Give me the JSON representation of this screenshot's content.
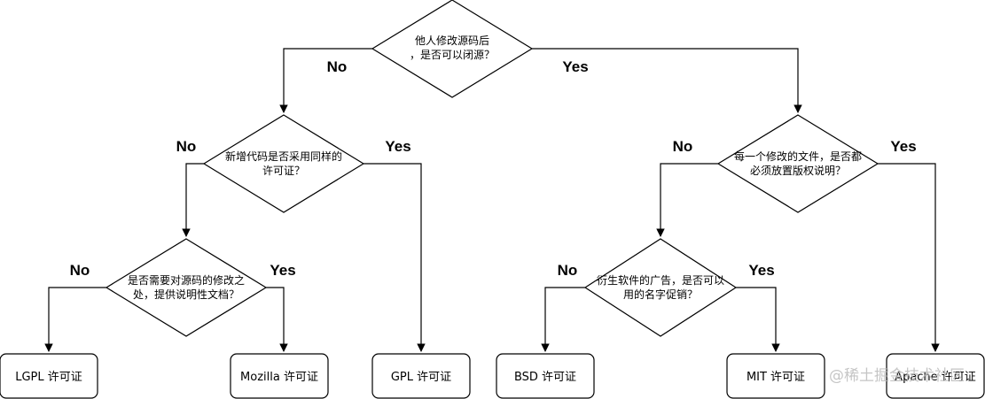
{
  "diagram": {
    "decisions": {
      "q1": [
        "他人修改源码后",
        "，是否可以闭源？"
      ],
      "q2": [
        "新增代码是否采用同样的",
        "许可证？"
      ],
      "q3": [
        "是否需要对源码的修改之",
        "处，提供说明性文档？"
      ],
      "q4": [
        "每一个修改的文件，是否都",
        "必须放置版权说明？"
      ],
      "q5": [
        "衍生软件的广告，是否可以",
        "用的名字促销？"
      ]
    },
    "licenses": {
      "lgpl": "LGPL 许可证",
      "mozilla": "Mozilla 许可证",
      "gpl": "GPL 许可证",
      "bsd": "BSD 许可证",
      "mit": "MIT 许可证",
      "apache": "Apache 许可证"
    },
    "branch_labels": {
      "no": "No",
      "yes": "Yes"
    },
    "watermark": "@稀土掘金技术社区"
  }
}
